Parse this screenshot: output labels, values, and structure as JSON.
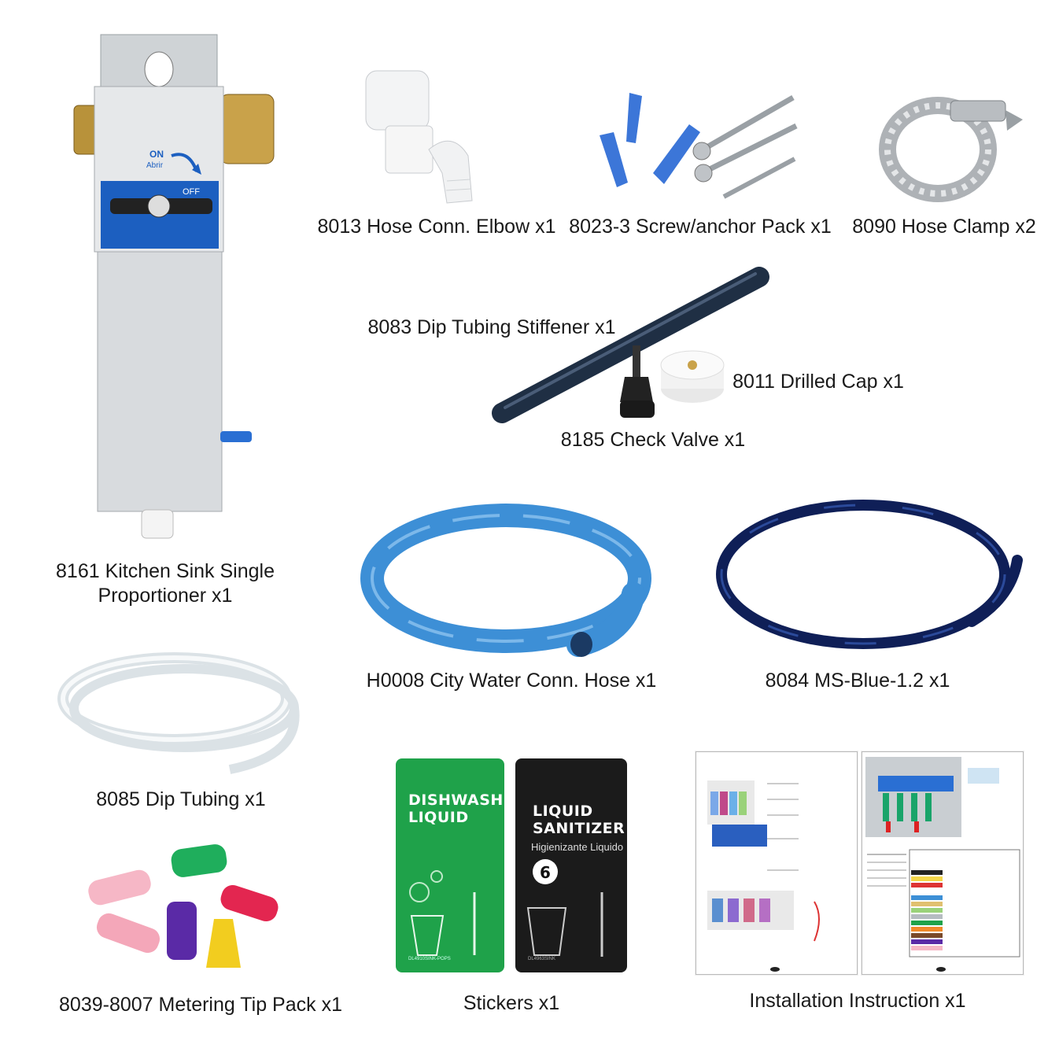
{
  "products": {
    "proportioner": {
      "caption_line1": "8161 Kitchen Sink Single",
      "caption_line2": "Proportioner x1",
      "on_label": "ON",
      "abrir_label": "Abrir",
      "off_label": "OFF"
    },
    "elbow": {
      "caption": "8013 Hose Conn. Elbow x1"
    },
    "screws": {
      "caption": "8023-3 Screw/anchor Pack x1"
    },
    "clamp": {
      "caption": "8090 Hose Clamp x2"
    },
    "stiffener": {
      "caption": "8083 Dip Tubing Stiffener x1"
    },
    "drilled_cap": {
      "caption": "8011 Drilled Cap x1"
    },
    "check_valve": {
      "caption": "8185 Check Valve x1"
    },
    "city_hose": {
      "caption": "H0008 City Water Conn. Hose x1"
    },
    "ms_blue": {
      "caption": "8084 MS-Blue-1.2  x1"
    },
    "dip_tubing": {
      "caption": "8085 Dip Tubing x1"
    },
    "metering_tips": {
      "caption": "8039-8007 Metering Tip Pack x1"
    },
    "stickers": {
      "caption": "Stickers x1",
      "green_title_line1": "DISHWASHING",
      "green_title_line2": "LIQUID",
      "green_code": "DL4910SINK-POPS",
      "black_title_line1": "LIQUID",
      "black_title_line2": "SANITIZER",
      "black_subtitle": "Higienizante Liquido",
      "black_number": "6",
      "black_code": "DL4963SINK"
    },
    "instructions": {
      "caption": "Installation Instruction x1"
    }
  },
  "colors": {
    "blue_label": "#1c5fc0",
    "brass": "#b8923a",
    "steel": "#d4d7da",
    "light_blue_hose": "#3d8fd6",
    "navy_hose": "#0f1f57",
    "sticker_green": "#1fa24a",
    "sticker_black": "#1b1b1b",
    "anchor_blue": "#3c76d8"
  }
}
